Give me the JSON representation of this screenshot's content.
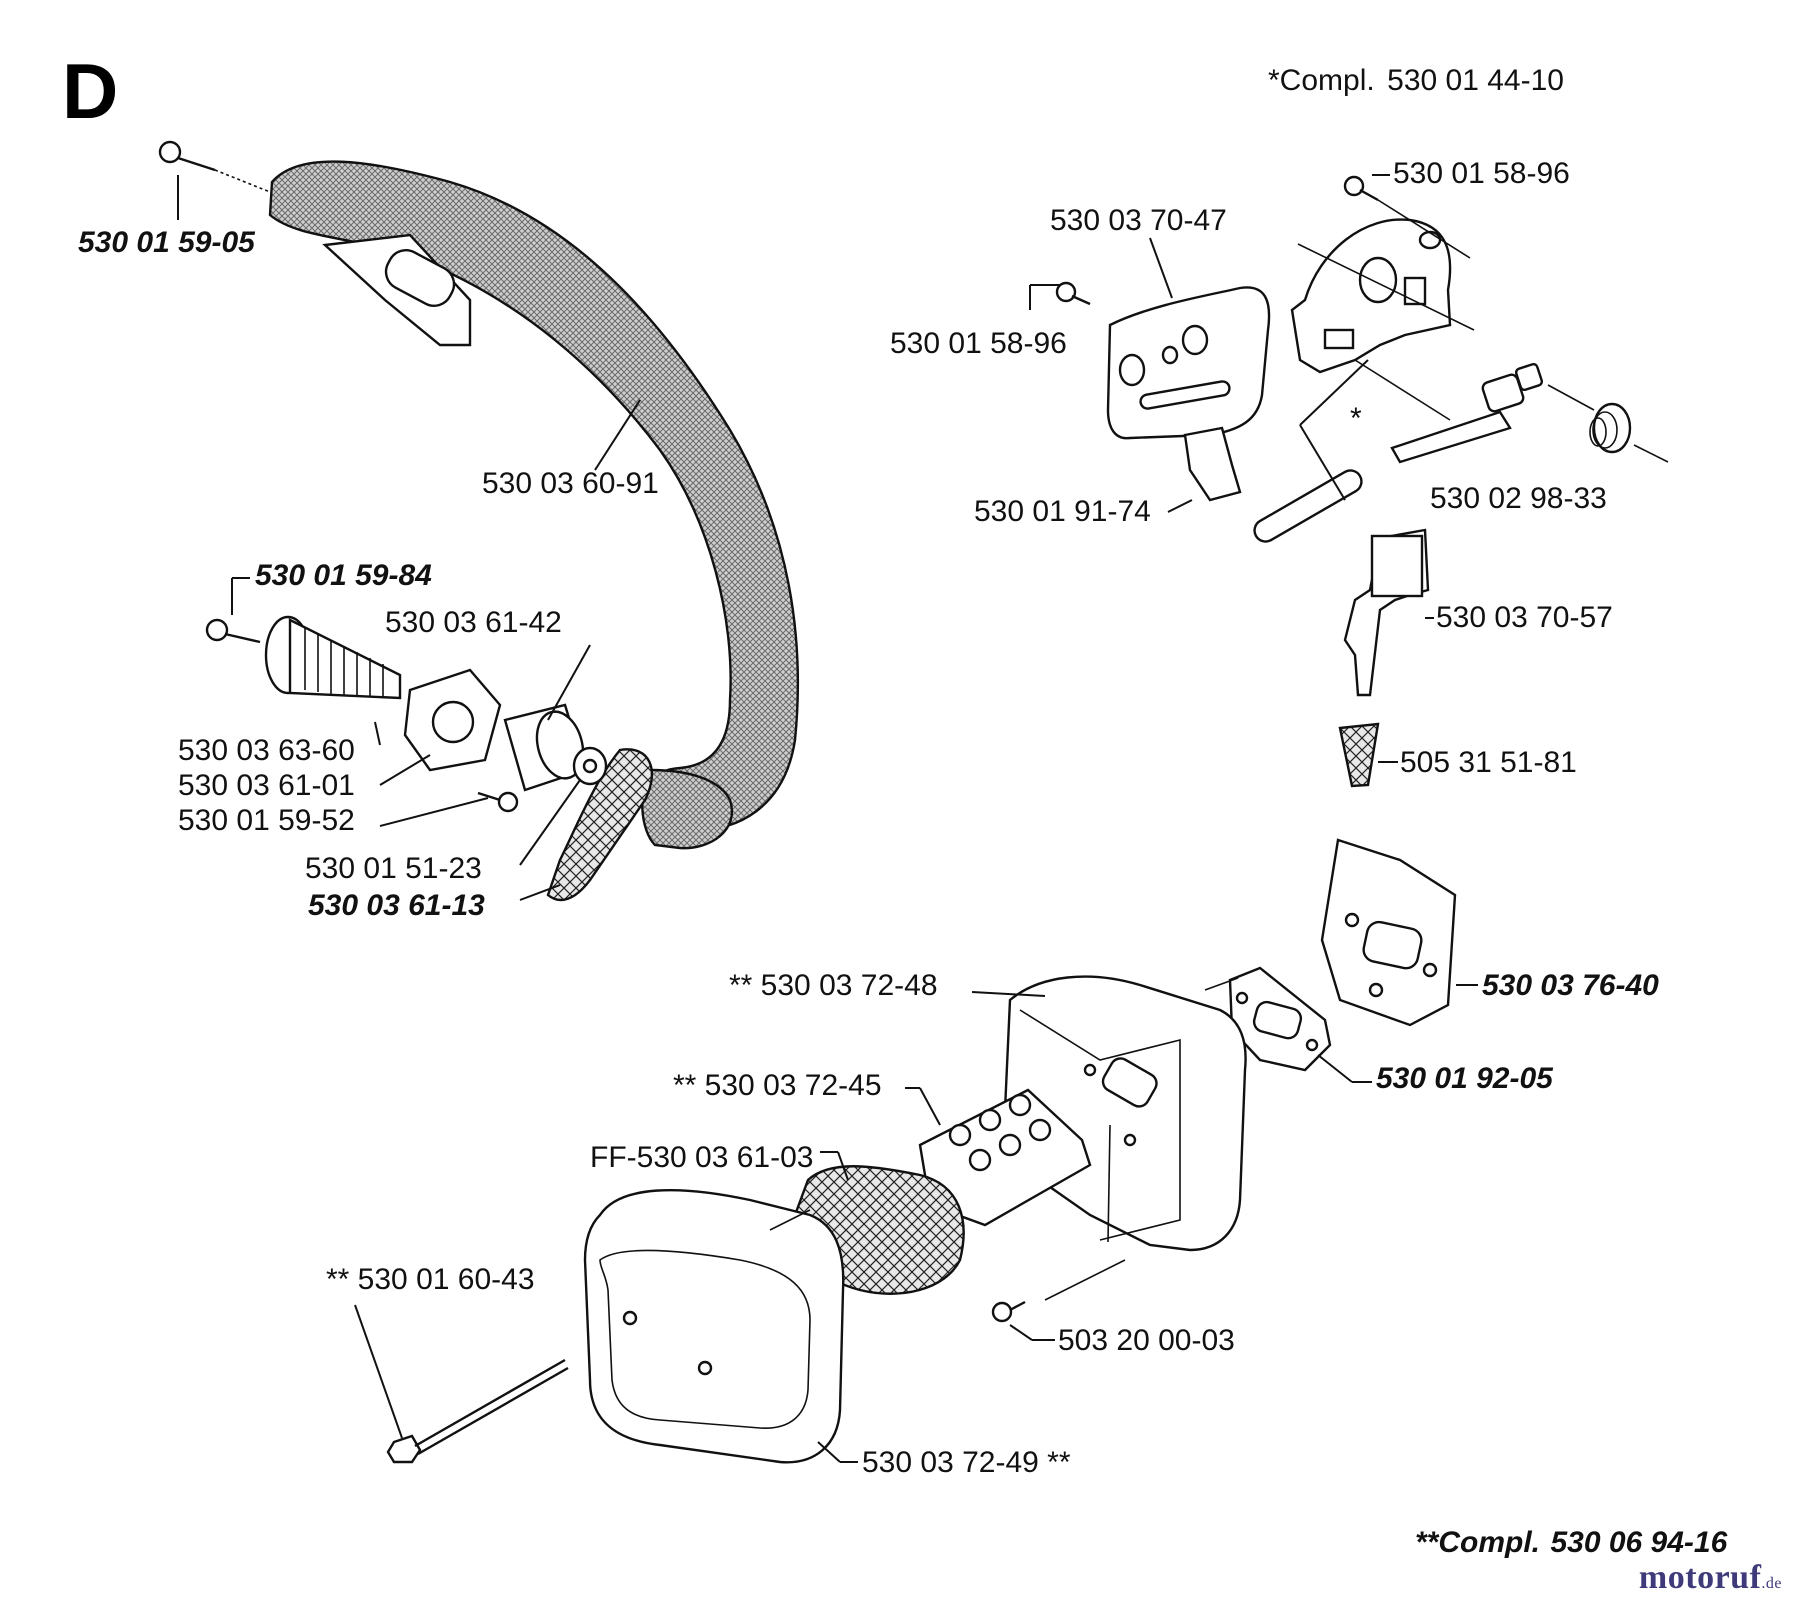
{
  "section": "D",
  "compl_top": {
    "prefix": "*Compl.",
    "number": "530 01 44-10"
  },
  "compl_bottom": {
    "prefix": "**Compl.",
    "number": "530 06 94-16"
  },
  "brand": {
    "name": "motoruf",
    "suffix": ".de"
  },
  "labels": {
    "p01": "530 01 59-05",
    "p02": "530 03 60-91",
    "p03": "530 01 59-84",
    "p04": "530 03 61-42",
    "p05": "530 03 63-60",
    "p06": "530 03 61-01",
    "p07": "530 01 59-52",
    "p08": "530 01 51-23",
    "p09": "530 03 61-13",
    "p10": "530 01 58-96",
    "p11": "530 03 70-47",
    "p12": "530 01 58-96",
    "p13": "530 01 91-74",
    "p14": "530 02 98-33",
    "p15": "530 03 70-57",
    "p16": "505 31 51-81",
    "p17": "530 03 76-40",
    "p18": "** 530 03 72-48",
    "p19": "530 01 92-05",
    "p20": "** 530 03 72-45",
    "p21": "FF-530 03 61-03",
    "p22": "** 530 01 60-43",
    "p23": "503 20 00-03",
    "p24": "530 03 72-49 **"
  }
}
